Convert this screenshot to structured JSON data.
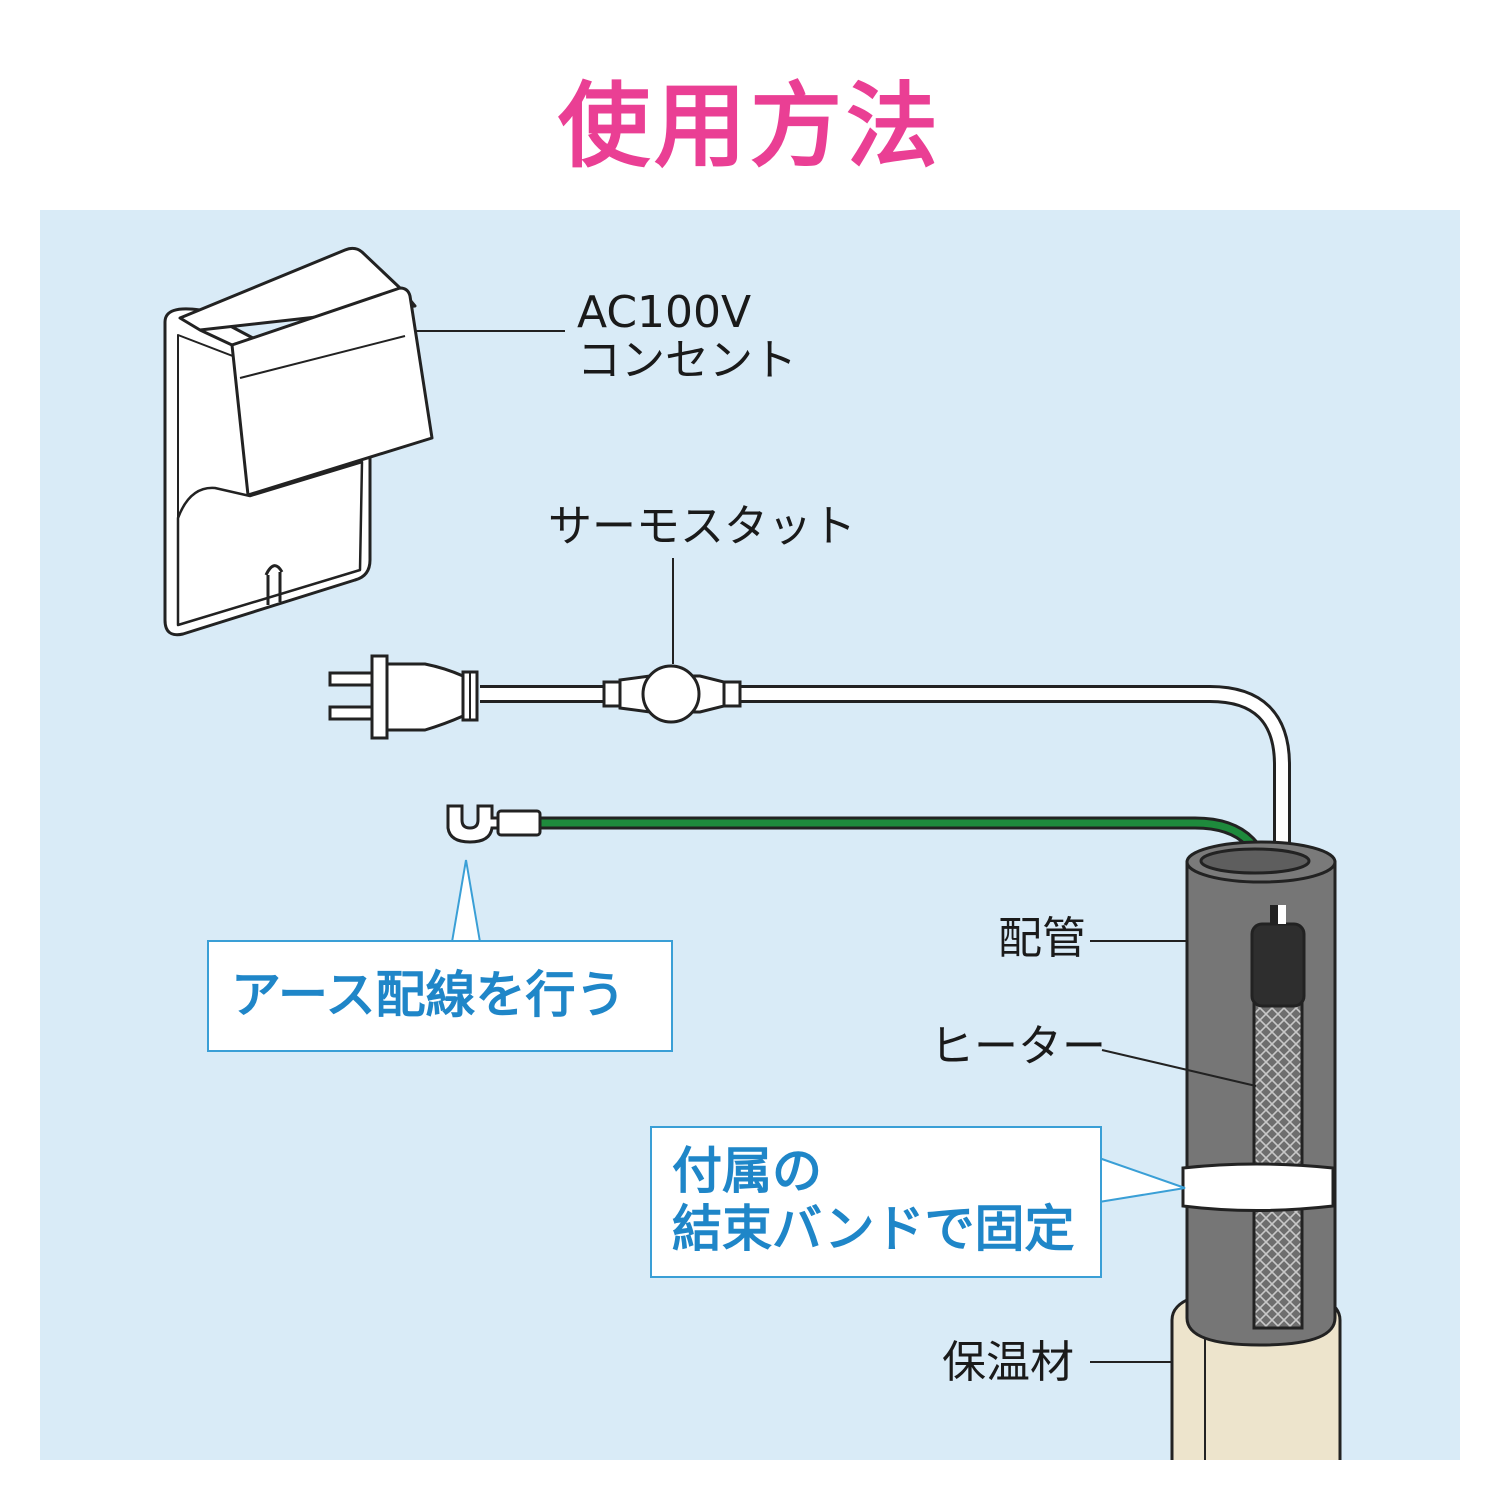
{
  "title": "使用方法",
  "colors": {
    "title": "#ea3f94",
    "panel_background": "#d9ebf7",
    "callout_text": "#1f86c8",
    "callout_border": "#3a9fd6",
    "earth_wire": "#1e8a3c",
    "pipe": "#767676",
    "insulation": "#ede4cc"
  },
  "labels": {
    "outlet_line1": "AC100V",
    "outlet_line2": "コンセント",
    "thermostat": "サーモスタット",
    "pipe": "配管",
    "heater": "ヒーター",
    "insulation": "保温材"
  },
  "callouts": {
    "earth": "アース配線を行う",
    "band_line1": "付属の",
    "band_line2": "結束バンドで固定"
  },
  "icons": [
    "outlet-icon",
    "plug-icon",
    "thermostat-icon",
    "earth-terminal-icon",
    "pipe-icon",
    "heater-icon",
    "band-icon",
    "insulation-icon"
  ]
}
